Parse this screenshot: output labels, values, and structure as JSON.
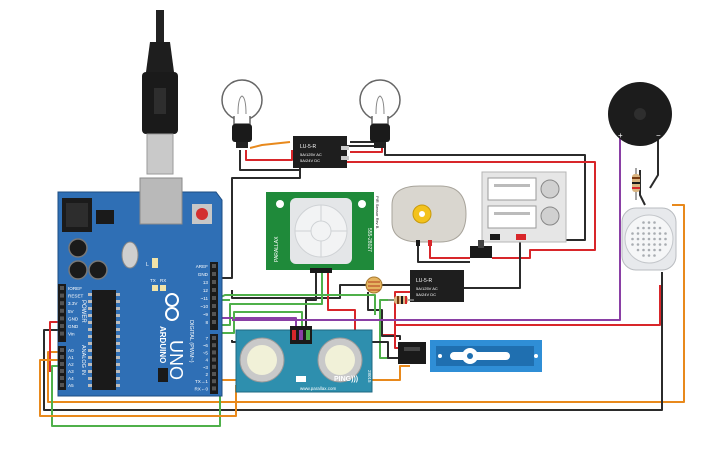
{
  "arduino": {
    "brand": "ARDUINO",
    "model": "UNO",
    "power_label": "POWER",
    "analog_label": "ANALOG IN",
    "digital_label": "DIGITAL (PWM~)",
    "tx_label": "TX",
    "rx_label": "RX",
    "l_label": "L",
    "power_pins": [
      "IOREF",
      "RESET",
      "3.3V",
      "5V",
      "GND",
      "GND",
      "Vin"
    ],
    "analog_pins": [
      "A0",
      "A1",
      "A2",
      "A3",
      "A4",
      "A5"
    ],
    "top_pins": [
      "AREF",
      "GND",
      "13",
      "12",
      "~11",
      "~10",
      "~9",
      "8"
    ],
    "digital_pins": [
      "7",
      "~6",
      "~5",
      "4",
      "~3",
      "2",
      "TX→1",
      "RX←0"
    ]
  },
  "relay_top": {
    "model": "LU-5-R",
    "rating1": "5A/125V AC",
    "rating2": "5A/24V DC"
  },
  "relay_bottom": {
    "model": "LU-5-R",
    "rating1": "5A/125V AC",
    "rating2": "5A/24V DC"
  },
  "pir": {
    "left_label": "PARALLAX",
    "right_label": "555-28027",
    "side_text": "PIR Sensor Rev B"
  },
  "ultrasonic": {
    "name": "PING)))",
    "part": "28015",
    "url": "www.parallax.com"
  },
  "buzzer": {
    "plus": "+",
    "minus": "−"
  },
  "colors": {
    "board": "#2f6fb5",
    "wire_black": "#2b2b2b",
    "wire_red": "#d8262a",
    "wire_green": "#4fb04a",
    "wire_orange": "#e8891c",
    "wire_purple": "#8a3fa5",
    "pcb_green": "#1f8a3a",
    "ultrasonic_blue": "#2e8fae",
    "servo_blue": "#2f8ed6"
  }
}
